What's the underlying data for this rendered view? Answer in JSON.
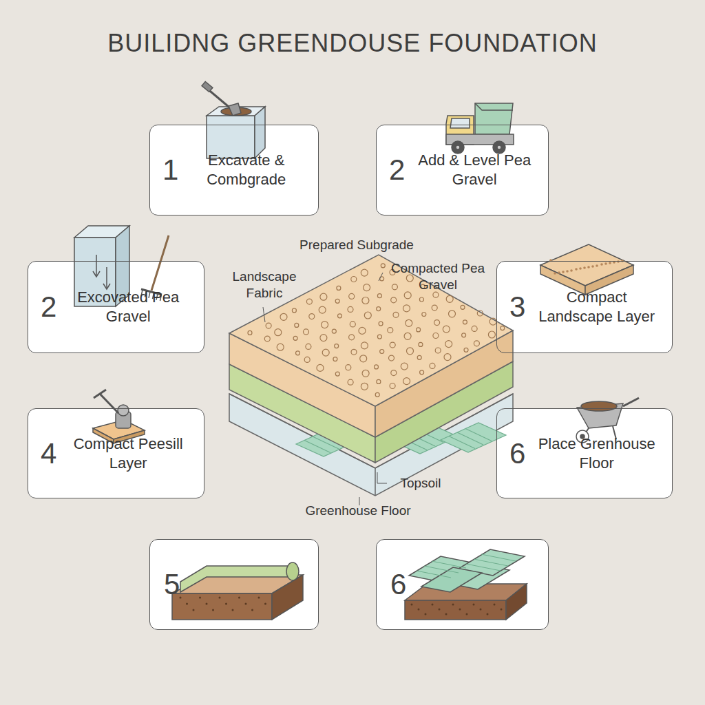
{
  "diagram": {
    "title": "BUILIDNG GREENDOUSE FOUNDATION",
    "nodes": [
      {
        "text": [
          "1",
          "Excavate & Combgrade"
        ]
      },
      {
        "text": [
          "2",
          "Add & Level Pea Gravel"
        ]
      },
      {
        "text": [
          "2",
          "Excovated Pea Gravel"
        ]
      },
      {
        "text": [
          "3",
          "Compact Landscape Layer"
        ]
      },
      {
        "text": [
          "4",
          "Compact Peesill Layer"
        ]
      },
      {
        "text": [
          "6",
          "Place Grenhouse Floor"
        ]
      },
      {
        "text": [
          "5"
        ]
      },
      {
        "text": [
          "6"
        ]
      }
    ],
    "labels": [
      "Prepared Subgrade",
      "Landscape Fabric",
      "Compacted Pea Gravel",
      "Topsoil",
      "Greenhouse Floor"
    ]
  }
}
